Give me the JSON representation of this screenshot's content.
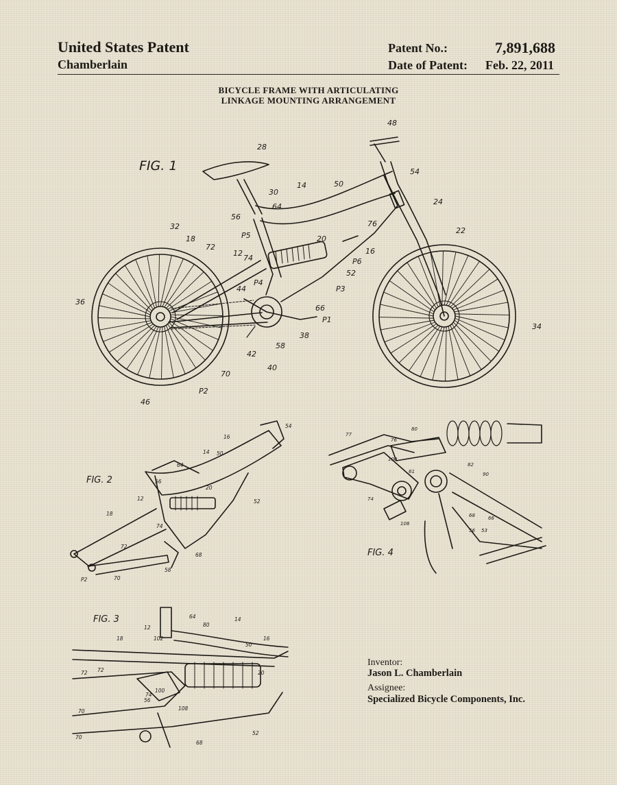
{
  "header": {
    "left_title": "United States Patent",
    "left_name": "Chamberlain",
    "patent_no_label": "Patent No.:",
    "patent_no_value": "7,891,688",
    "date_label": "Date of Patent:",
    "date_value": "Feb. 22, 2011"
  },
  "title": {
    "line1": "BICYCLE FRAME WITH ARTICULATING",
    "line2": "LINKAGE MOUNTING ARRANGEMENT"
  },
  "figures": {
    "fig1": "FIG. 1",
    "fig2": "FIG. 2",
    "fig3": "FIG. 3",
    "fig4": "FIG. 4"
  },
  "info": {
    "inventor_label": "Inventor:",
    "inventor_name": "Jason L. Chamberlain",
    "assignee_label": "Assignee:",
    "assignee_name": "Specialized Bicycle Components, Inc."
  },
  "colors": {
    "ink": "#1c1a16",
    "paper": "#e9e3d3"
  }
}
